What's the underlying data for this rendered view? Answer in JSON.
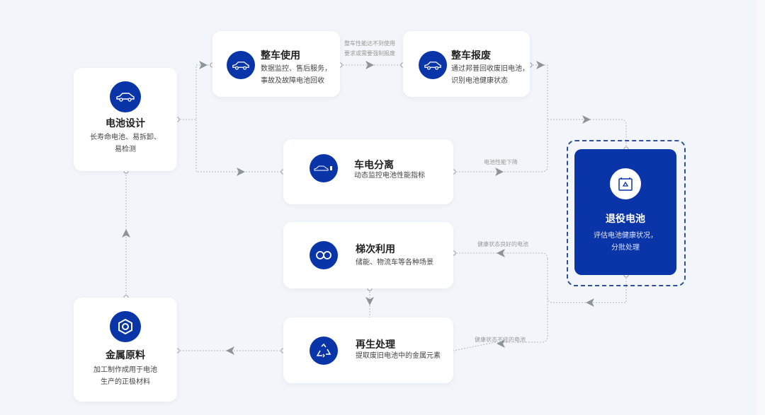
{
  "nodes": {
    "design": {
      "title": "电池设计",
      "desc1": "长寿命电池、易拆卸、",
      "desc2": "易检测",
      "icon": "car-icon"
    },
    "use": {
      "title": "整车使用",
      "desc1": "数据监控、售后服务，",
      "desc2": "事故及故障电池回收",
      "icon": "car-icon"
    },
    "scrap": {
      "title": "整车报废",
      "desc1": "通过邦普回收废旧电池，",
      "desc2": "识别电池健康状态",
      "icon": "car-icon"
    },
    "separate": {
      "title": "车电分离",
      "desc1": "动态监控电池性能指标",
      "icon": "car-battery-icon"
    },
    "cascade": {
      "title": "梯次利用",
      "desc1": "储能、物流车等各种场景",
      "icon": "infinity-icon"
    },
    "recycle": {
      "title": "再生处理",
      "desc1": "提取废旧电池中的金属元素",
      "icon": "recycle-icon"
    },
    "metal": {
      "title": "金属原料",
      "desc1": "加工制作成用于电池",
      "desc2": "生产的正极材料",
      "icon": "hex-nut-icon"
    },
    "retired": {
      "title": "退役电池",
      "desc1": "评估电池健康状况，",
      "desc2": "分批处理",
      "icon": "battery-recycle-icon"
    }
  },
  "labels": {
    "scrap_reason1": "整车性能达不到使用",
    "scrap_reason2": "要求或需要强制报废",
    "degrade": "电池性能下降",
    "good": "健康状态良好的电池",
    "bad": "健康状态不佳的电池"
  },
  "colors": {
    "accent": "#0a35a8",
    "line": "#b5b9c0",
    "arrow": "#8e9399"
  }
}
